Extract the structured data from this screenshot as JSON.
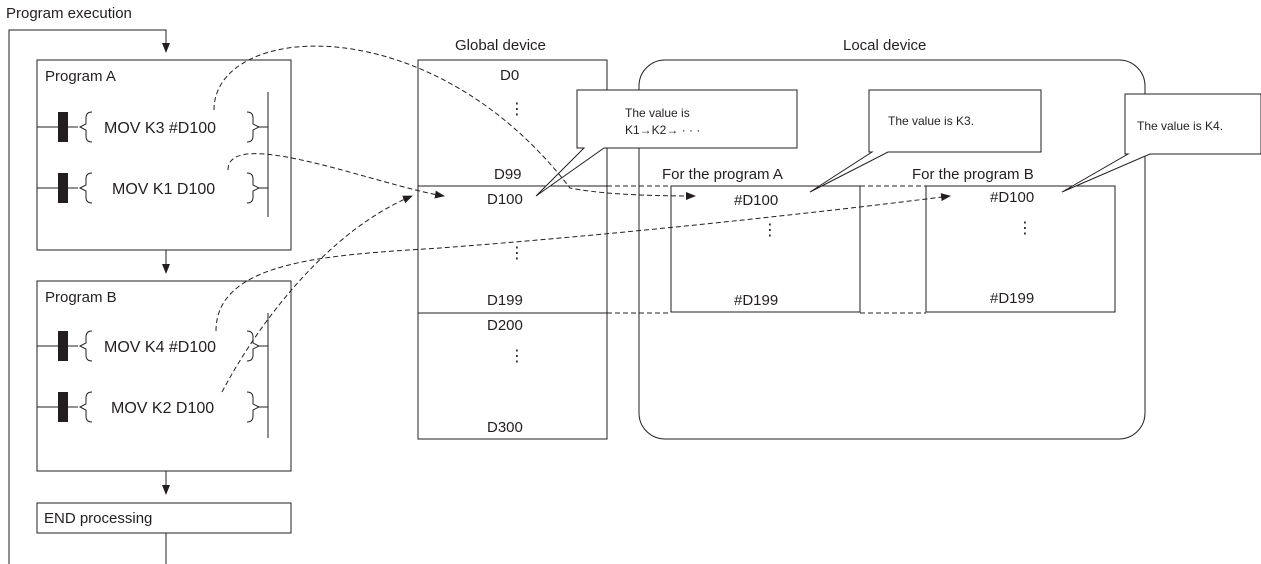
{
  "flow": {
    "title": "Program execution",
    "program_a": {
      "label": "Program A",
      "rung1": "MOV K3 #D100",
      "rung2": "MOV K1 D100"
    },
    "program_b": {
      "label": "Program B",
      "rung1": "MOV K4 #D100",
      "rung2": "MOV K2 D100"
    },
    "end_label": "END processing"
  },
  "global": {
    "title": "Global device",
    "d0": "D0",
    "d99": "D99",
    "d100": "D100",
    "d199": "D199",
    "d200": "D200",
    "d300": "D300",
    "ellipsis": "⋮"
  },
  "local": {
    "title": "Local device",
    "prog_a_title": "For the program A",
    "prog_a_top": "#D100",
    "prog_a_bottom": "#D199",
    "prog_b_title": "For the program B",
    "prog_b_top": "#D100",
    "prog_b_bottom": "#D199"
  },
  "callouts": {
    "global_line1": "The value is",
    "global_line2": "K1→K2→ · · ·",
    "local_a": "The value is K3.",
    "local_b": "The value is K4."
  }
}
